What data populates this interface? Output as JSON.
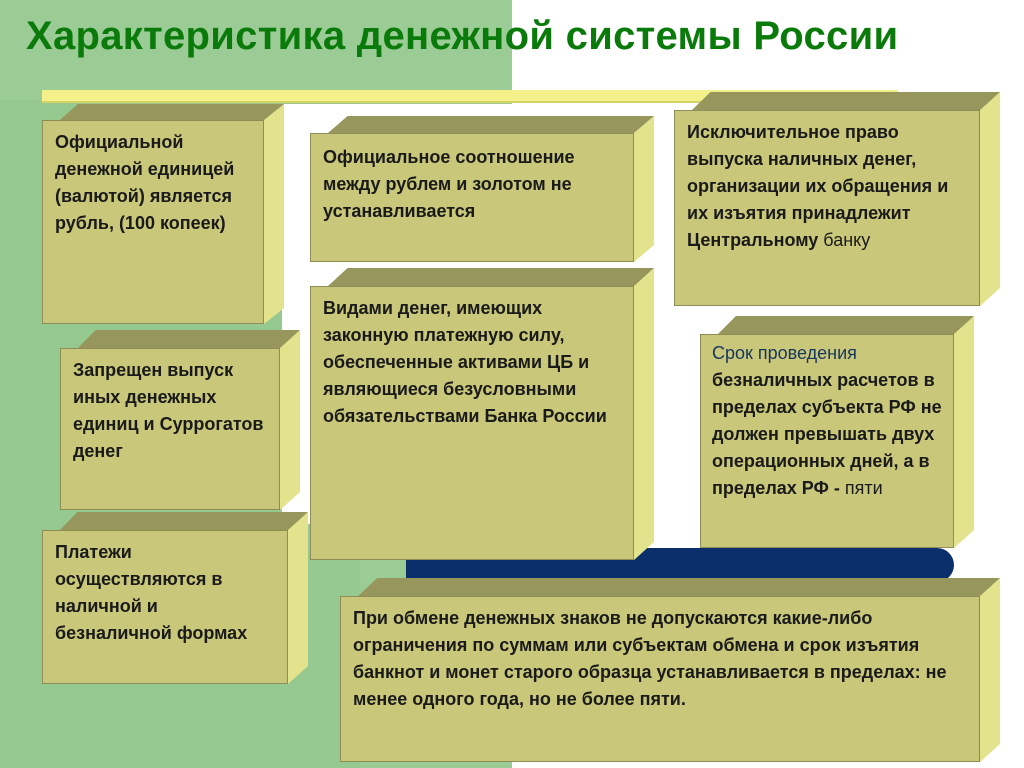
{
  "title": "Характеристика денежной системы России",
  "boxes": {
    "b1": "Официальной денежной единицей (валютой) является рубль, (100 копеек)",
    "b2": "Официальное соотношение между рублем и золотом не устанавливается",
    "b3_bold": "Исключительное право выпуска наличных денег, организации их обращения и их изъятия принадлежит Центральному",
    "b3_normal": " банку",
    "b4": "Запрещен выпуск иных денежных единиц и Суррогатов денег",
    "b5": "Видами денег, имеющих законную платежную силу, обеспеченные активами ЦБ и являющиеся безусловными обязательствами Банка России",
    "b6_normal": "Срок проведения",
    "b6_bold": "безналичных расчетов в пределах субъекта РФ не должен превышать двух операционных дней, а в пределах РФ -",
    "b6_tail": " пяти",
    "b7": "Платежи осуществляются в наличной и безналичной формах",
    "b8": "При обмене денежных знаков не допускаются какие-либо ограничения по суммам или субъектам обмена и срок изъятия банкнот и монет старого образца устанавливается в пределах: не менее одного года, но не более пяти."
  },
  "colors": {
    "title": "#0a7a0a",
    "box_face": "#c9c77a",
    "box_top": "#97975d",
    "box_side": "#e2e38c",
    "band": "#0b2f6a",
    "left_bg": "#9ccc96"
  }
}
